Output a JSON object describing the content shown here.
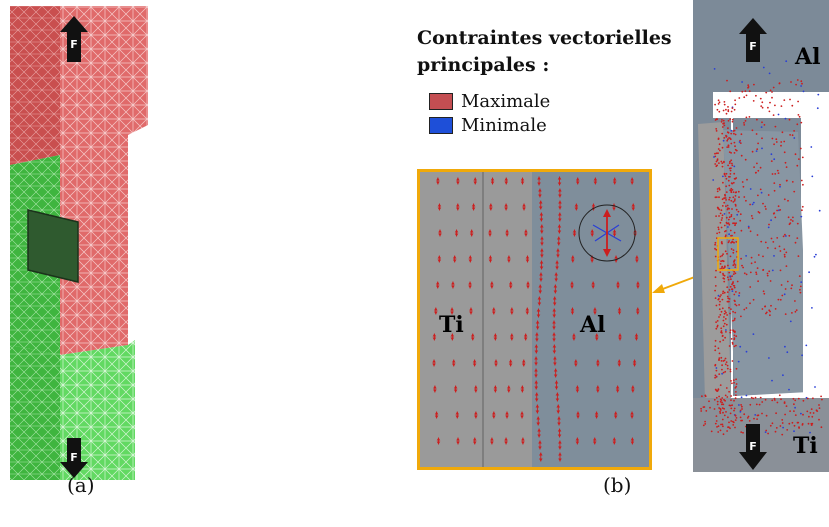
{
  "figure_a": {
    "caption": "(a)",
    "force_label_top": "F",
    "force_label_bottom": "F"
  },
  "figure_b": {
    "caption": "(b)",
    "legend": {
      "title_line1": "Contraintes vectorielles",
      "title_line2": "principales :",
      "items": [
        {
          "label": "Maximale",
          "color": "#c44e52"
        },
        {
          "label": "Minimale",
          "color": "#1e4fd8"
        }
      ]
    },
    "zoom": {
      "label_left": "Ti",
      "label_right": "Al",
      "border_color": "#f0a90a",
      "left_fill": "#9a9a9a",
      "right_fill": "#7f8e9b"
    },
    "overview": {
      "label_top": "Al",
      "label_bottom": "Ti",
      "force_label_top": "F",
      "force_label_bottom": "F"
    }
  },
  "colors": {
    "mesh_red": "#e06868",
    "mesh_green": "#5bd45b",
    "arrow_red": "#cc1e1e",
    "arrow_blue": "#2a3fd6"
  }
}
